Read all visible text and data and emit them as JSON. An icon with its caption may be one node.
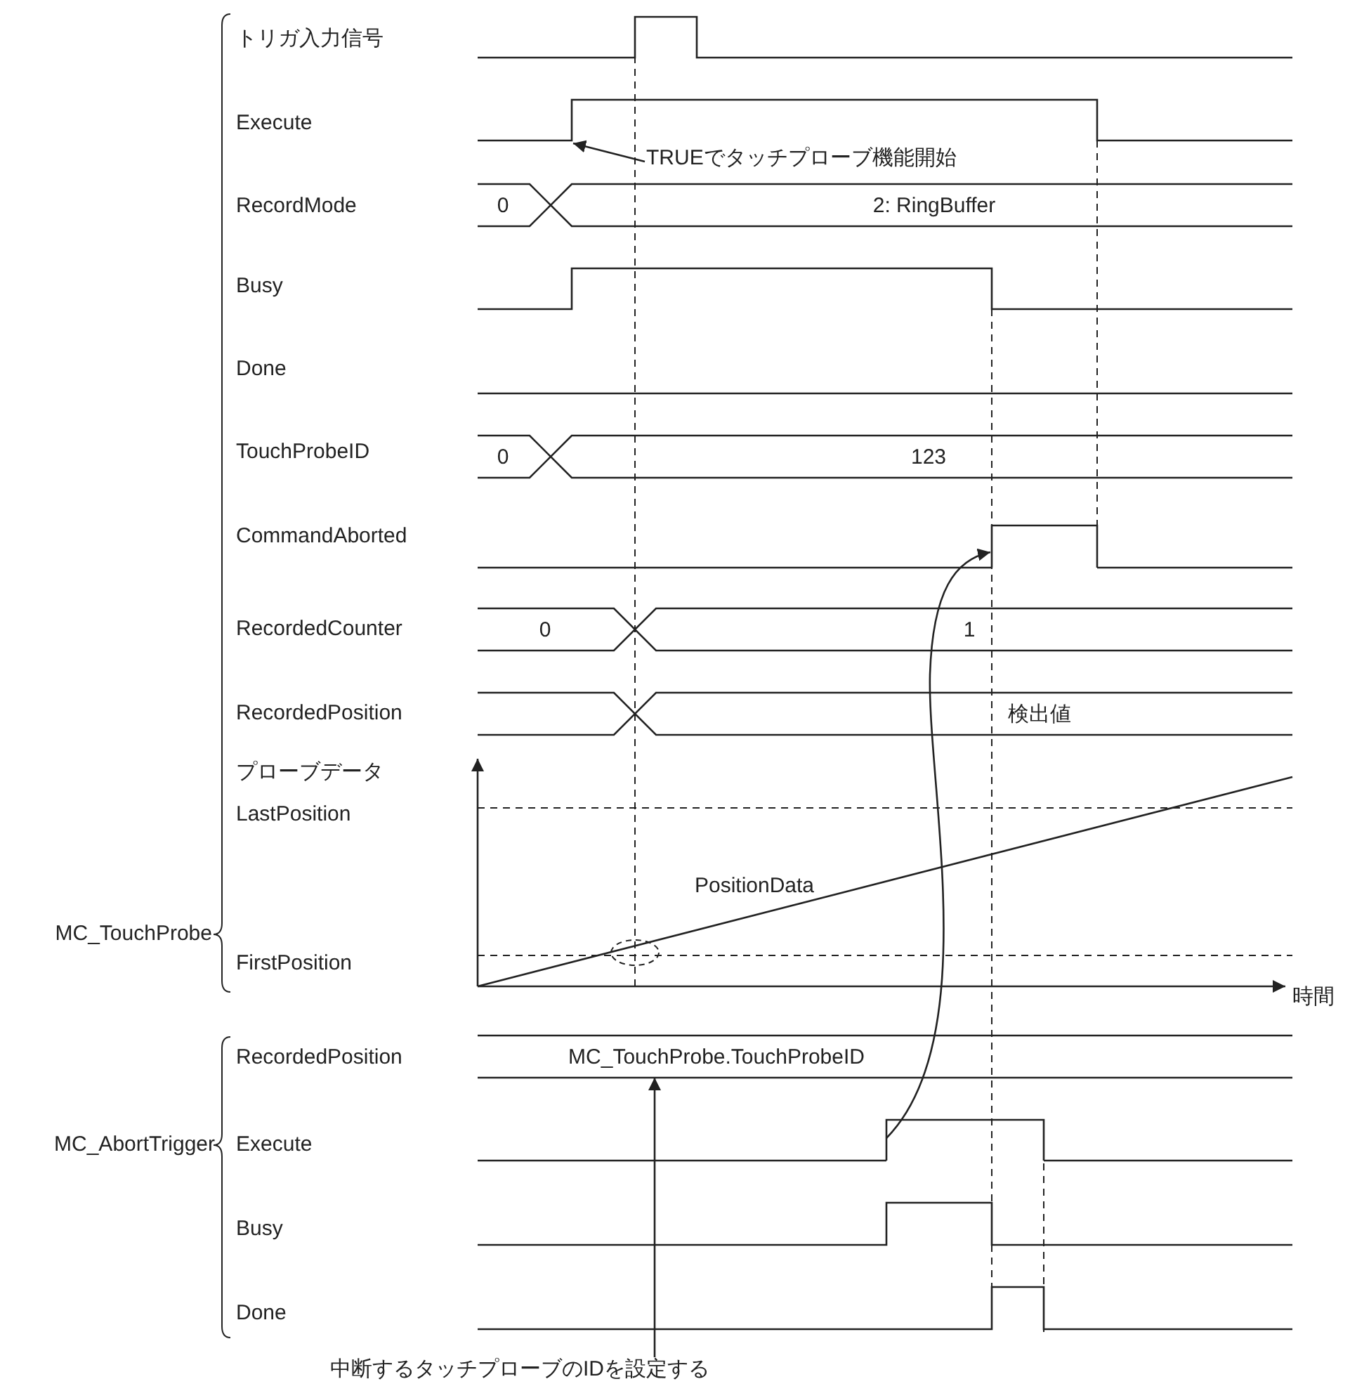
{
  "diagram": {
    "nodes": [
      {
        "text": [
          "TRUEでタッチプローブ機能開始"
        ]
      },
      {
        "text": [
          "中断するタッチプローブのIDを設定する"
        ]
      },
      {
        "text": [],
        "shape": "waveform"
      },
      {
        "text": [],
        "shape": "waveform"
      },
      {
        "text": [
          "MC_TouchProbe.TouchProbeID"
        ]
      }
    ],
    "edges": [
      {
        "from": 0,
        "to": null,
        "arrow": "to"
      },
      {
        "from": 1,
        "to": 4,
        "arrow": "to"
      },
      {
        "from": 3,
        "to": 2,
        "arrow": "to"
      }
    ],
    "labels": [
      "MC_TouchProbe",
      "トリガ入力信号",
      "Execute",
      "RecordMode",
      "0",
      "2: RingBuffer",
      "Busy",
      "Done",
      "TouchProbeID",
      "0",
      "123",
      "CommandAborted",
      "RecordedCounter",
      "0",
      "1",
      "RecordedPosition",
      "検出値",
      "プローブデータ",
      "LastPosition",
      "PositionData",
      "FirstPosition",
      "時間",
      "MC_AbortTrigger",
      "RecordedPosition",
      "Execute",
      "Busy",
      "Done"
    ]
  }
}
